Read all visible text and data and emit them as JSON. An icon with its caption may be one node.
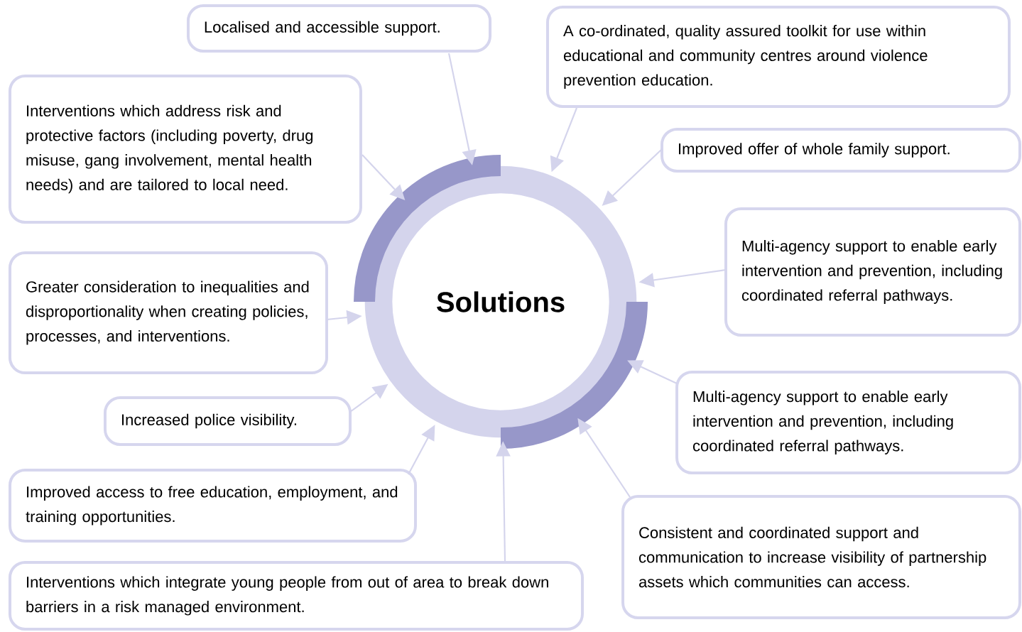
{
  "diagram": {
    "nodes": [
      {
        "text": [
          "Solutions"
        ]
      },
      {
        "text": [
          "Localised and accessible support."
        ]
      },
      {
        "text": [
          "A co-ordinated, quality assured toolkit for use within educational and community centres around violence prevention education."
        ]
      },
      {
        "text": [
          "Interventions which address risk and protective factors (including poverty, drug misuse, gang involvement, mental health needs) and are tailored to local need."
        ]
      },
      {
        "text": [
          "Improved offer of whole family support."
        ]
      },
      {
        "text": [
          "Greater consideration to inequalities and disproportionality when creating policies, processes, and interventions."
        ]
      },
      {
        "text": [
          "Multi-agency support to enable early intervention and prevention, including coordinated referral pathways."
        ]
      },
      {
        "text": [
          "Increased police visibility."
        ]
      },
      {
        "text": [
          "Multi-agency support to enable early intervention and prevention, including coordinated referral pathways."
        ]
      },
      {
        "text": [
          "Improved access to free education, employment, and training opportunities."
        ]
      },
      {
        "text": [
          "Consistent and coordinated support and communication to increase visibility of partnership assets which communities can access."
        ]
      },
      {
        "text": [
          "Interventions which integrate young people from out of area to break down barriers in a risk managed environment."
        ]
      }
    ],
    "edges": [
      {
        "from": 1,
        "to": 0,
        "arrow": "to"
      },
      {
        "from": 2,
        "to": 0,
        "arrow": "to"
      },
      {
        "from": 3,
        "to": 0,
        "arrow": "to"
      },
      {
        "from": 4,
        "to": 0,
        "arrow": "to"
      },
      {
        "from": 5,
        "to": 0,
        "arrow": "to"
      },
      {
        "from": 6,
        "to": 0,
        "arrow": "to"
      },
      {
        "from": 7,
        "to": 0,
        "arrow": "to"
      },
      {
        "from": 8,
        "to": 0,
        "arrow": "to"
      },
      {
        "from": 9,
        "to": 0,
        "arrow": "to"
      },
      {
        "from": 10,
        "to": 0,
        "arrow": "to"
      },
      {
        "from": 11,
        "to": 0,
        "arrow": "to"
      }
    ]
  }
}
